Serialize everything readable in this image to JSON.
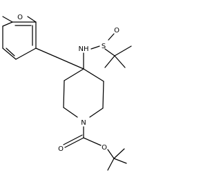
{
  "molecule": {
    "atoms": {
      "methoxy_oxygen": "O",
      "amine_nh": "NH",
      "sulfur": "S",
      "sulfinyl_oxygen": "O",
      "ring_nitrogen": "N",
      "carbonyl_oxygen": "O",
      "ester_oxygen": "O"
    },
    "colors": {
      "ink": "#000000",
      "background": "#ffffff"
    }
  }
}
